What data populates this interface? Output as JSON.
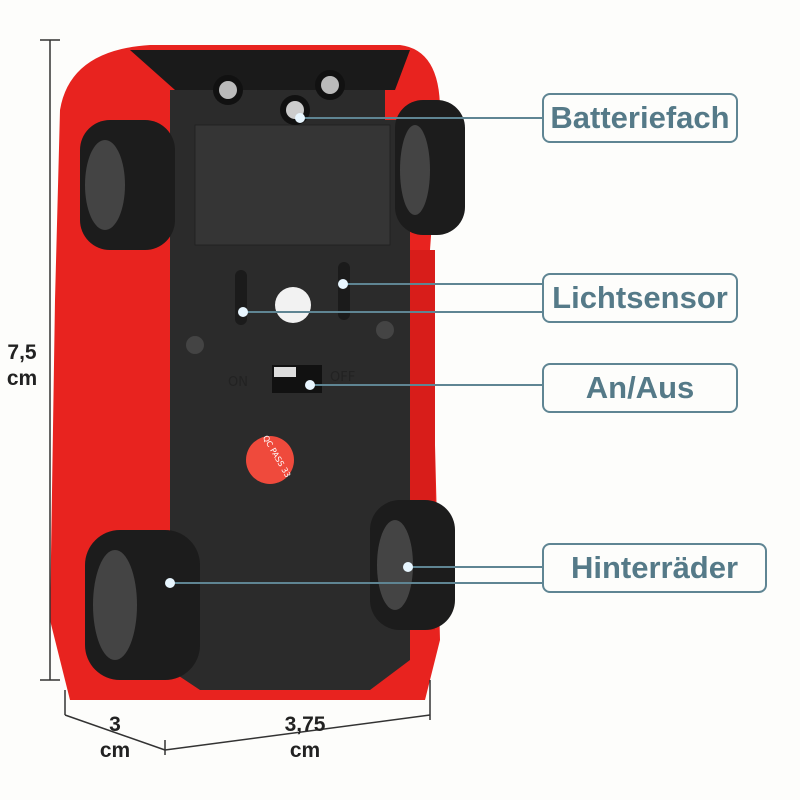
{
  "labels": {
    "battery": "Batteriefach",
    "light_sensor": "Lichtsensor",
    "switch": "An/Aus",
    "rear_wheels": "Hinterräder"
  },
  "dimensions": {
    "height_value": "7,5",
    "height_unit": "cm",
    "depth_value": "3",
    "depth_unit": "cm",
    "width_value": "3,75",
    "width_unit": "cm"
  },
  "product_markings": {
    "on": "ON",
    "off": "OFF",
    "qc_sticker": "QC PASS 33"
  },
  "colors": {
    "label": "#557a88",
    "body": "#e8231f",
    "chassis": "#2a2a2a"
  }
}
